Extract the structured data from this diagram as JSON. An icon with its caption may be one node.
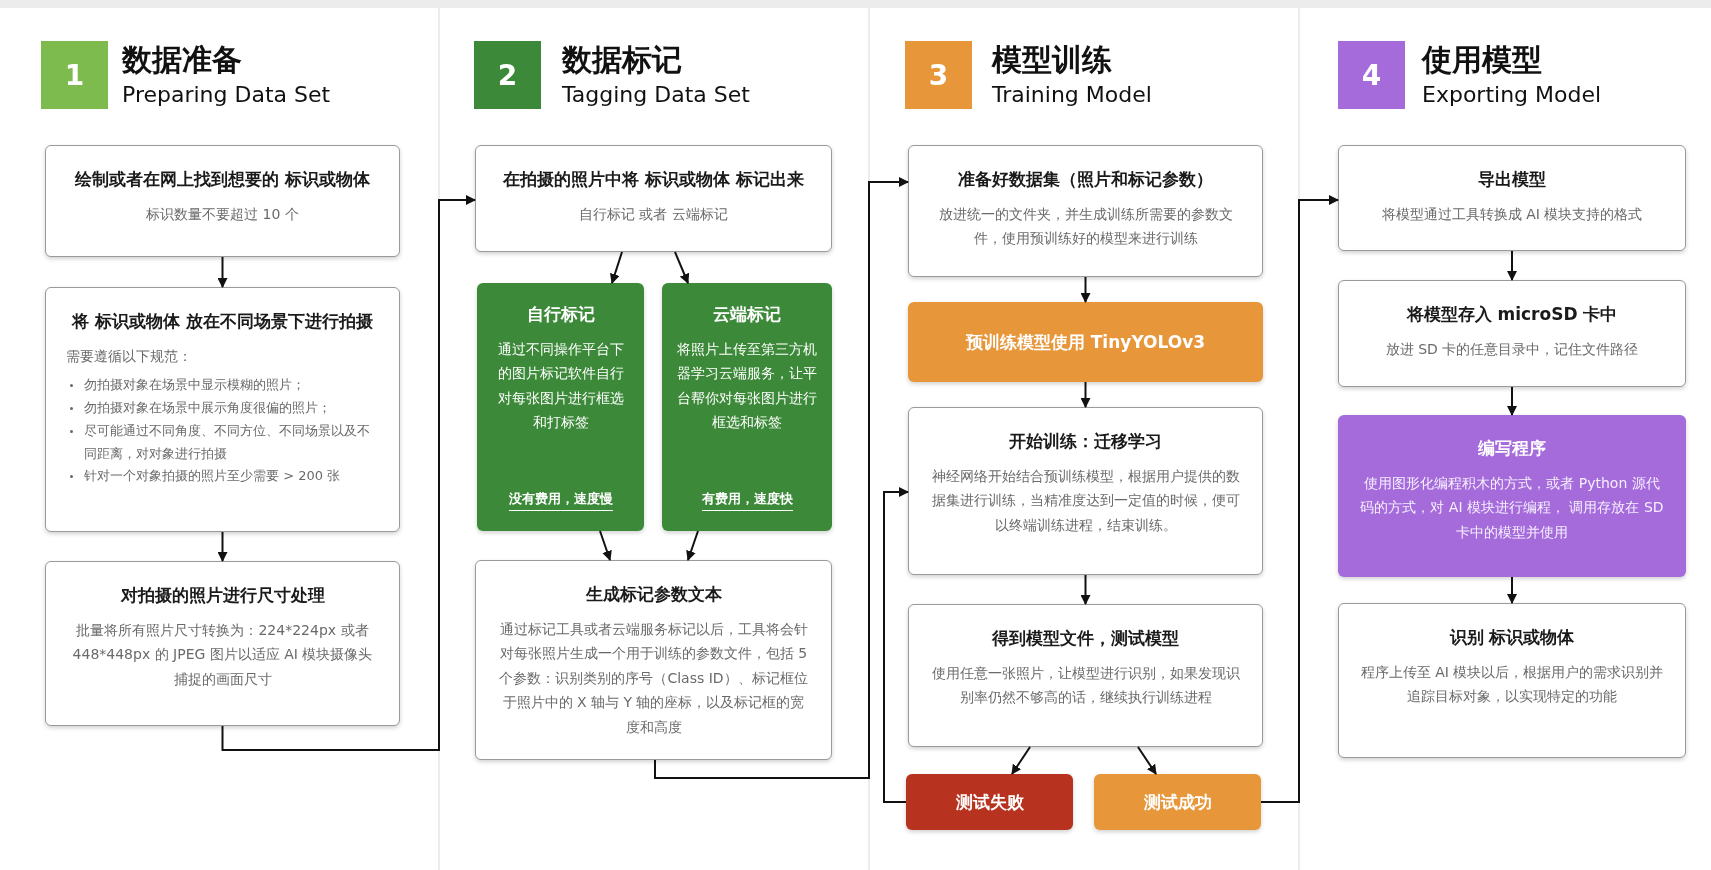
{
  "diagram": {
    "nodes": [
      {
        "text": [
          "数据准备",
          "Preparing Data Set"
        ]
      },
      {
        "text": [
          "1"
        ],
        "in": 0
      },
      {
        "text": [
          "绘制或者在网上找到想要的 标识或物体",
          "标识数量不要超过 10 个"
        ],
        "in": 0
      },
      {
        "text": [
          "将 标识或物体 放在不同场景下进行拍摄",
          "需要遵循以下规范：",
          "勿拍摄对象在场景中显示模糊的照片；",
          "勿拍摄对象在场景中展示角度很偏的照片；",
          "尽可能通过不同角度、不同方位、不同场景以及不同距离，对对象进行拍摄",
          "针对一个对象拍摄的照片至少需要 > 200 张"
        ],
        "in": 0
      },
      {
        "text": [
          "对拍摄的照片进行尺寸处理",
          "批量将所有照片尺寸转换为：224*224px 或者 448*448px 的 JPEG 图片以适应 AI 模块摄像头捕捉的画面尺寸"
        ],
        "in": 0
      },
      {
        "text": [
          "数据标记",
          "Tagging Data Set"
        ]
      },
      {
        "text": [
          "2"
        ],
        "in": 5
      },
      {
        "text": [
          "在拍摄的照片中将 标识或物体 标记出来",
          "自行标记 或者 云端标记"
        ],
        "in": 5
      },
      {
        "text": [
          "自行标记",
          "通过不同操作平台下的图片标记软件自行对每张图片进行框选和打标签",
          "没有费用，速度慢"
        ],
        "in": 5
      },
      {
        "text": [
          "云端标记",
          "将照片上传至第三方机器学习云端服务，让平台帮你对每张图片进行框选和标签",
          "有费用，速度快"
        ],
        "in": 5
      },
      {
        "text": [
          "生成标记参数文本",
          "通过标记工具或者云端服务标记以后，工具将会针对每张照片生成一个用于训练的参数文件，包括 5 个参数：识别类别的序号（Class ID）、标记框位于照片中的 X 轴与 Y 轴的座标，以及标记框的宽度和高度"
        ],
        "in": 5
      },
      {
        "text": [
          "模型训练",
          "Training Model"
        ]
      },
      {
        "text": [
          "3"
        ],
        "in": 11
      },
      {
        "text": [
          "准备好数据集（照片和标记参数）",
          "放进统一的文件夹，并生成训练所需要的参数文件，使用预训练好的模型来进行训练"
        ],
        "in": 11
      },
      {
        "text": [
          "预训练模型使用 TinyYOLOv3"
        ],
        "in": 11
      },
      {
        "text": [
          "开始训练：迁移学习",
          "神经网络开始结合预训练模型，根据用户提供的数据集进行训练，当精准度达到一定值的时候，便可以终端训练进程，结束训练。"
        ],
        "in": 11
      },
      {
        "text": [
          "得到模型文件，测试模型",
          "使用任意一张照片，让模型进行识别，如果发现识别率仍然不够高的话，继续执行训练进程"
        ],
        "in": 11
      },
      {
        "text": [
          "测试失败"
        ],
        "in": 11
      },
      {
        "text": [
          "测试成功"
        ],
        "in": 11
      },
      {
        "text": [
          "使用模型",
          "Exporting Model"
        ]
      },
      {
        "text": [
          "4"
        ],
        "in": 19
      },
      {
        "text": [
          "导出模型",
          "将模型通过工具转换成 AI 模块支持的格式"
        ],
        "in": 19
      },
      {
        "text": [
          "将模型存入 microSD 卡中",
          "放进 SD 卡的任意目录中，记住文件路径"
        ],
        "in": 19
      },
      {
        "text": [
          "编写程序",
          "使用图形化编程积木的方式，或者 Python 源代码的方式，对 AI 模块进行编程， 调用存放在 SD 卡中的模型并使用"
        ],
        "in": 19
      },
      {
        "text": [
          "识别 标识或物体",
          "程序上传至 AI 模块以后，根据用户的需求识别并追踪目标对象，以实现特定的功能"
        ],
        "in": 19
      }
    ],
    "edges": [
      {
        "from": 2,
        "to": 3,
        "arrow": "to"
      },
      {
        "from": 3,
        "to": 4,
        "arrow": "to"
      },
      {
        "from": 4,
        "to": 7,
        "arrow": "to"
      },
      {
        "from": 7,
        "to": 8,
        "arrow": "to"
      },
      {
        "from": 7,
        "to": 9,
        "arrow": "to"
      },
      {
        "from": 8,
        "to": 10,
        "arrow": "to"
      },
      {
        "from": 9,
        "to": 10,
        "arrow": "to"
      },
      {
        "from": 10,
        "to": 13,
        "arrow": "to"
      },
      {
        "from": 13,
        "to": 14,
        "arrow": "to"
      },
      {
        "from": 14,
        "to": 15,
        "arrow": "to"
      },
      {
        "from": 15,
        "to": 16,
        "arrow": "to"
      },
      {
        "from": 16,
        "to": 17,
        "arrow": "to"
      },
      {
        "from": 16,
        "to": 18,
        "arrow": "to"
      },
      {
        "from": 17,
        "to": 15,
        "arrow": "to"
      },
      {
        "from": 18,
        "to": 21,
        "arrow": "to"
      },
      {
        "from": 21,
        "to": 22,
        "arrow": "to"
      },
      {
        "from": 22,
        "to": 23,
        "arrow": "to"
      },
      {
        "from": 23,
        "to": 24,
        "arrow": "to"
      }
    ]
  }
}
